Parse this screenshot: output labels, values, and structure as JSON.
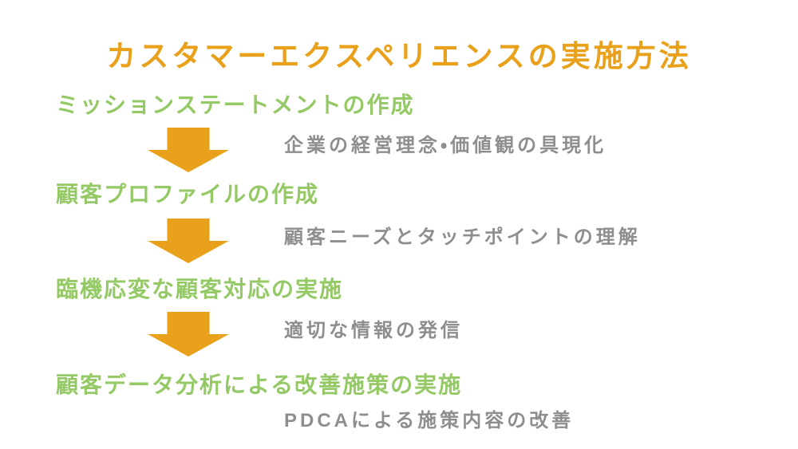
{
  "title": {
    "text": "カスタマーエクスペリエンスの実施方法"
  },
  "colors": {
    "title": "#E9A01A",
    "arrow": "#E9A01A",
    "step_heading": "#94C965",
    "description": "#8E8E8E",
    "background": "#FFFFFF"
  },
  "icons": {
    "arrow": "down-block-arrow-icon"
  },
  "steps": [
    {
      "heading": "ミッションステートメントの作成",
      "description": "企業の経営理念・価値観の具現化"
    },
    {
      "heading": "顧客プロファイルの作成",
      "description": "顧客ニーズとタッチポイントの理解"
    },
    {
      "heading": "臨機応変な顧客対応の実施",
      "description": "適切な情報の発信"
    },
    {
      "heading": "顧客データ分析による改善施策の実施",
      "description": "PDCAによる施策内容の改善"
    }
  ]
}
